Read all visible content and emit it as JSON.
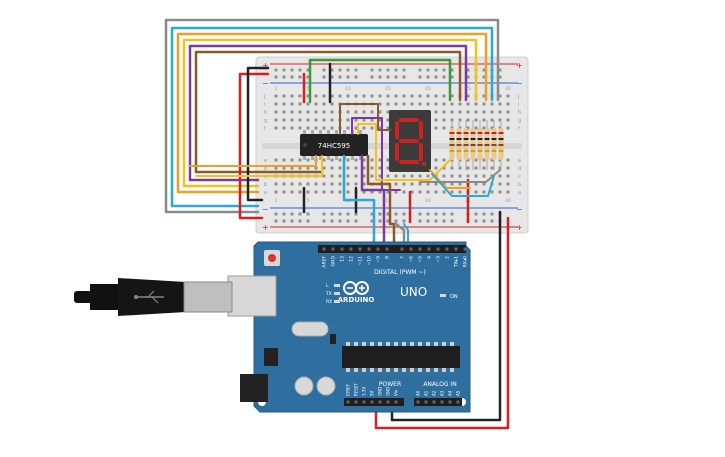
{
  "colors": {
    "board_blue": "#2f6f9f",
    "breadboard": "#e6e6e6",
    "rail_red": "#d11f1f",
    "rail_blue": "#2a5fd3",
    "segment_red": "#cc2222",
    "chip_body": "#222222",
    "wire_gray": "#8a8a8a",
    "wire_cyan": "#2aa8d8",
    "wire_orange": "#f0a020",
    "wire_yellow": "#f2c21a",
    "wire_purple": "#7a3aa0",
    "wire_green": "#3a9a3a",
    "wire_brown": "#8b5a2b",
    "wire_black": "#222222",
    "wire_red": "#d81f1f"
  },
  "chip": {
    "label": "74HC595"
  },
  "display": {
    "digit": "8"
  },
  "arduino": {
    "logo_text": "ARDUINO",
    "model": "UNO",
    "digital_label": "DIGITAL (PWM ~)",
    "power_label": "POWER",
    "analog_label": "ANALOG IN",
    "on_label": "ON",
    "led_labels": [
      "L",
      "TX",
      "RX"
    ],
    "digital_pins": [
      "AREF",
      "GND",
      "13",
      "12",
      "~11",
      "~10",
      "~9",
      "8",
      "7",
      "~6",
      "~5",
      "4",
      "~3",
      "2",
      "TX▸1",
      "RX◂0"
    ],
    "power_pins": [
      "IOREF",
      "RESET",
      "3.3V",
      "5V",
      "GND",
      "GND",
      "Vin"
    ],
    "analog_pins": [
      "A0",
      "A1",
      "A2",
      "A3",
      "A4",
      "A5"
    ]
  },
  "breadboard": {
    "rail_plus": "+",
    "rail_minus": "−",
    "row_letters_top": [
      "j",
      "i",
      "h",
      "g",
      "f"
    ],
    "row_letters_bottom": [
      "e",
      "d",
      "c",
      "b",
      "a"
    ],
    "column_numbers": [
      "1",
      "5",
      "10",
      "15",
      "20",
      "25",
      "30"
    ]
  },
  "resistors": {
    "count": 8
  },
  "usb": {
    "name": "USB cable"
  }
}
